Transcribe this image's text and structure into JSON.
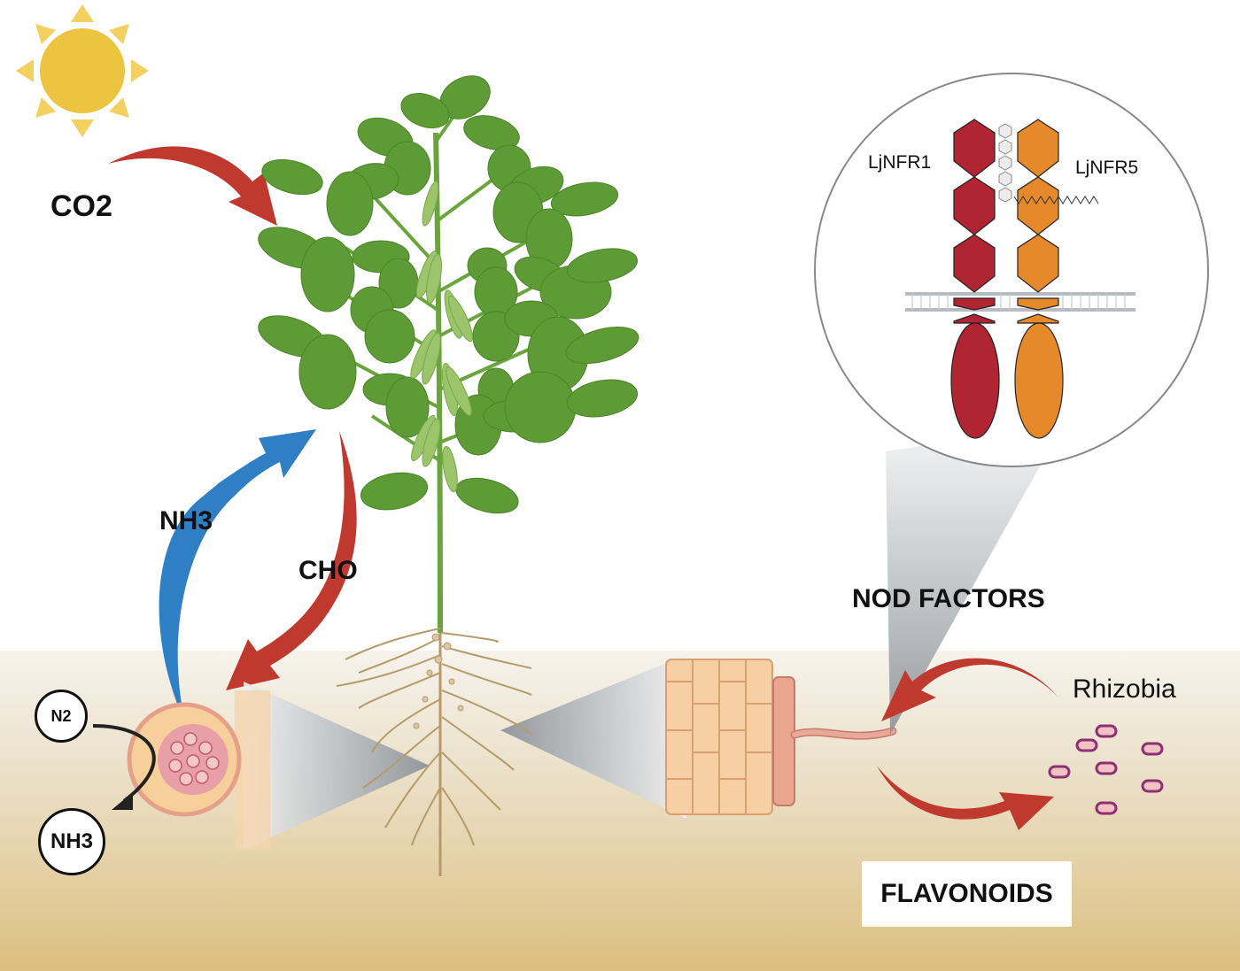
{
  "diagram": {
    "title": "Legume-rhizobia nitrogen fixation symbiosis",
    "labels": {
      "co2": "CO2",
      "nh3_transport": "NH3",
      "cho": "CHO",
      "nod_factors": "NOD FACTORS",
      "rhizobia": "Rhizobia",
      "flavonoids": "FLAVONOIDS",
      "n2": "N2",
      "nh3_fixed": "NH3",
      "receptor_left": "LjNFR1",
      "receptor_right": "LjNFR5"
    },
    "colors": {
      "sun": "#ecc440",
      "sun_rays": "#f3d060",
      "red_arrow": "#c0392f",
      "blue_arrow": "#2e7fc4",
      "leaf": "#5e9a36",
      "leaf_dark": "#3f7a22",
      "pod": "#9cc46a",
      "root": "#b59a6a",
      "soil_top": "#f4f1ea",
      "soil_bottom": "#dcbf82",
      "nfr1": "#b02531",
      "nfr5": "#e6892a",
      "rhizobia_fill": "#f2c2c2",
      "rhizobia_stroke": "#8e2f73",
      "cell_fill": "#f6cfa0",
      "epidermis": "#e6a08a"
    }
  }
}
